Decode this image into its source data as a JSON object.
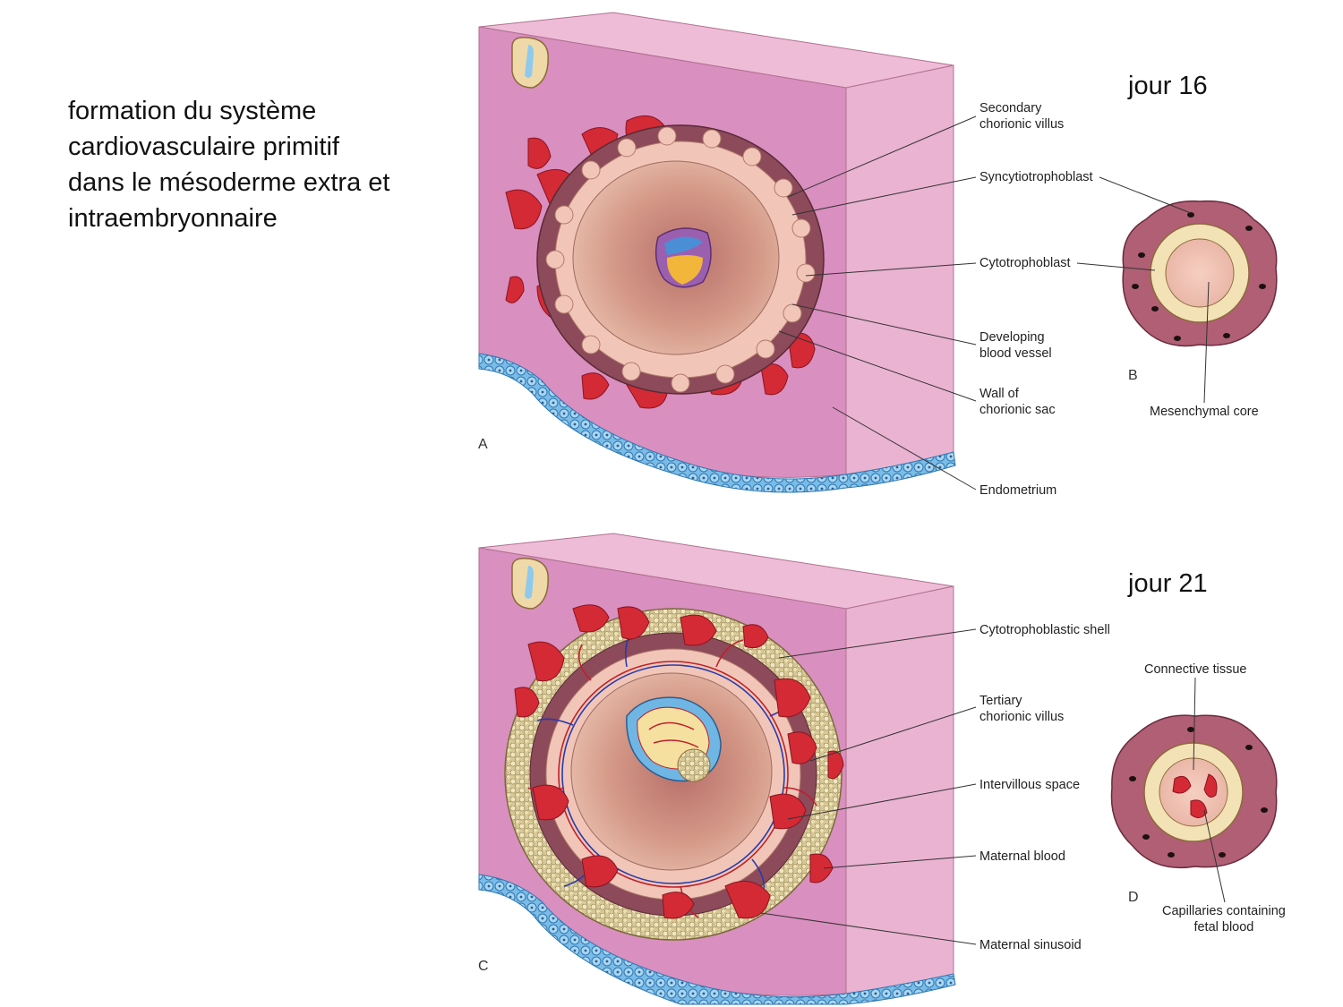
{
  "title_lines": [
    "formation du système",
    "cardiovasculaire primitif",
    "dans le mésoderme extra et",
    "intraembryonnaire"
  ],
  "day_labels": {
    "top": "jour 16",
    "bottom": "jour 21"
  },
  "panel_letters": {
    "a": "A",
    "b": "B",
    "c": "C",
    "d": "D"
  },
  "top_labels": {
    "secondary_villus": [
      "Secondary",
      "chorionic villus"
    ],
    "syncytiotrophoblast": "Syncytiotrophoblast",
    "cytotrophoblast": "Cytotrophoblast",
    "developing_vessel": [
      "Developing",
      "blood vessel"
    ],
    "wall_chorionic_sac": [
      "Wall of",
      "chorionic sac"
    ],
    "endometrium": "Endometrium",
    "mesenchymal_core": "Mesenchymal core"
  },
  "bottom_labels": {
    "cytotrophoblastic_shell": "Cytotrophoblastic shell",
    "tertiary_villus": [
      "Tertiary",
      "chorionic villus"
    ],
    "intervillous_space": "Intervillous space",
    "maternal_blood": "Maternal blood",
    "maternal_sinusoid": "Maternal sinusoid",
    "connective_tissue": "Connective tissue",
    "capillaries": [
      "Capillaries containing",
      "fetal blood"
    ]
  },
  "colors": {
    "endometrium_front": "#d98fbf",
    "endometrium_top": "#efbcd8",
    "endometrium_side": "#eab3d1",
    "maternal_blood": "#d42a35",
    "trophoblast": "#8c4a5a",
    "cavity": "#c9857a",
    "epithelium": "#5aa3d8"
  }
}
